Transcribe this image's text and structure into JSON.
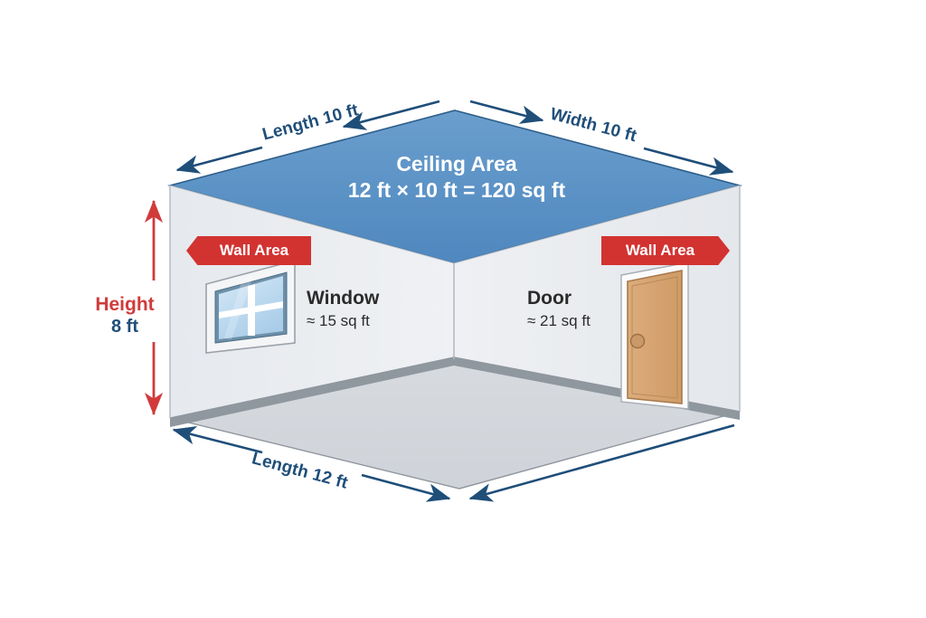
{
  "diagram": {
    "title": "Room area diagram",
    "colors": {
      "ceiling": "#5b93c7",
      "wall_left": "#e9ebee",
      "wall_right": "#eceef1",
      "floor": "#d2d6dc",
      "baseboard": "#9aa2ab",
      "arrow_blue": "#1f4e79",
      "banner_red": "#d23331",
      "height_red": "#d13b3b",
      "door": "#d5a271",
      "door_frame": "#ffffff",
      "window_glass": "#bcd9ef",
      "background": "#ffffff"
    },
    "ceiling": {
      "title": "Ceiling Area",
      "formula": "12 ft × 10 ft = 120 sq ft"
    },
    "dimensions": {
      "top_left": "Length 10 ft",
      "top_right": "Width 10 ft",
      "bottom_left": "Length 12 ft",
      "height_label": "Height",
      "height_value": "8 ft"
    },
    "banners": {
      "left": "Wall Area",
      "right": "Wall Area"
    },
    "features": [
      {
        "name": "Window",
        "area": "≈ 15 sq ft"
      },
      {
        "name": "Door",
        "area": "≈ 21 sq ft"
      }
    ]
  },
  "chart_data": {
    "type": "diagram",
    "title": "Room surface area diagram",
    "shape": "rectangular room, two-point perspective interior view",
    "measurements": [
      {
        "label": "Length",
        "value": 10,
        "unit": "ft",
        "edge": "ceiling-back-left"
      },
      {
        "label": "Width",
        "value": 10,
        "unit": "ft",
        "edge": "ceiling-back-right"
      },
      {
        "label": "Length",
        "value": 12,
        "unit": "ft",
        "edge": "floor-front-left"
      },
      {
        "label": "Height",
        "value": 8,
        "unit": "ft",
        "edge": "wall-vertical-left"
      }
    ],
    "areas": [
      {
        "surface": "Ceiling Area",
        "expression": "12 ft × 10 ft",
        "value": 120,
        "unit": "sq ft"
      },
      {
        "surface": "Window",
        "value": 15,
        "unit": "sq ft",
        "approximate": true
      },
      {
        "surface": "Door",
        "value": 21,
        "unit": "sq ft",
        "approximate": true
      }
    ],
    "annotations": [
      "Wall Area",
      "Wall Area"
    ]
  }
}
